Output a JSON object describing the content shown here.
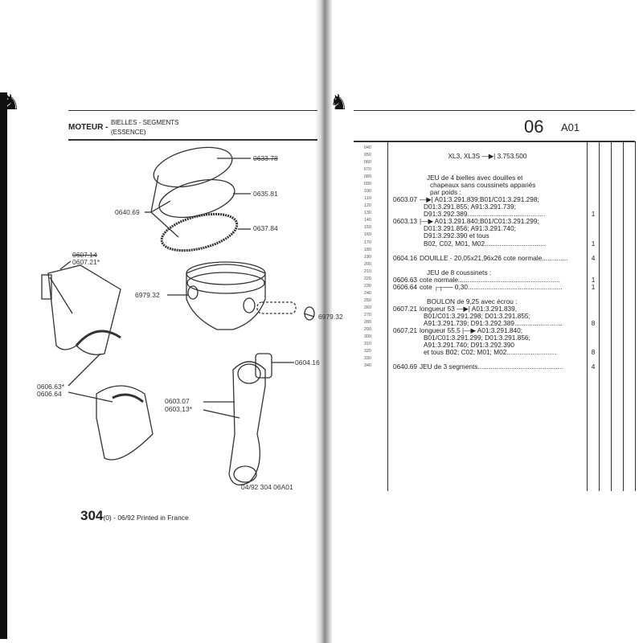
{
  "left_page": {
    "header": {
      "section": "MOTEUR -",
      "subtitle_line1": "BIELLES - SEGMENTS",
      "subtitle_line2": "(ESSENCE)"
    },
    "callouts": {
      "ring_top": "0633.78",
      "ring_middle": "0635.81",
      "ring_bottom": "0637.84",
      "ring_set": "0640.69",
      "bolt_old": "0607.14",
      "bolt_new": "0607.21*",
      "circlip_left": "6979.32",
      "circlip_right": "6979.32",
      "bushing": "0604.16",
      "bearing_1": "0606.63*",
      "bearing_2": "0606.64",
      "rod_1": "0603.07",
      "rod_2": "0603,13*"
    },
    "figure_ref": "04/92  304  06A01",
    "footer": {
      "page": "304",
      "suffix": "(0) - 06/92 Printed in France"
    }
  },
  "right_page": {
    "header": {
      "group": "06",
      "code": "A01"
    },
    "rows": [
      {
        "n": "040",
        "ref": "",
        "text": "",
        "qty": ""
      },
      {
        "n": "050",
        "ref": "",
        "text": "XL3, XL3S  —▶| 3.753.500",
        "qty": "",
        "center": true
      },
      {
        "n": "060",
        "ref": "",
        "text": "",
        "qty": ""
      },
      {
        "n": "070",
        "ref": "",
        "text": "",
        "qty": ""
      },
      {
        "n": "080",
        "ref": "",
        "text": "JEU de 4 bielles avec douilles et",
        "qty": "",
        "indent": 2
      },
      {
        "n": "090",
        "ref": "",
        "text": "chapeaux sans coussinets appariés",
        "qty": "",
        "indent": 3
      },
      {
        "n": "100",
        "ref": "",
        "text": "par poids :",
        "qty": "",
        "indent": 3
      },
      {
        "n": "110",
        "ref": "0603.07",
        "text": "—▶| A01:3.291.839;B01/C01:3.291.298;",
        "qty": ""
      },
      {
        "n": "120",
        "ref": "",
        "text": "D01:3.291.855; A91:3.291.739;",
        "qty": "",
        "indent": 1
      },
      {
        "n": "130",
        "ref": "",
        "text": "D91:3.292.389..........................................",
        "qty": "1",
        "indent": 1
      },
      {
        "n": "140",
        "ref": "0603.13",
        "text": "|—▶ A01:3.291.840;B01/C01:3.291.299;",
        "qty": ""
      },
      {
        "n": "150",
        "ref": "",
        "text": "D01:3.291.856; A91:3.291.740;",
        "qty": "",
        "indent": 1
      },
      {
        "n": "160",
        "ref": "",
        "text": "D91:3.292.390 et tous",
        "qty": "",
        "indent": 1
      },
      {
        "n": "170",
        "ref": "",
        "text": "B02, C02, M01, M02.................................",
        "qty": "1",
        "indent": 1
      },
      {
        "n": "180",
        "ref": "",
        "text": "",
        "qty": ""
      },
      {
        "n": "190",
        "ref": "0604.16",
        "text": "DOUILLE - 20,05x21,96x26 cote normale..............",
        "qty": "4"
      },
      {
        "n": "200",
        "ref": "",
        "text": "",
        "qty": ""
      },
      {
        "n": "210",
        "ref": "",
        "text": "JEU de 8 coussinets :",
        "qty": "",
        "indent": 2
      },
      {
        "n": "220",
        "ref": "0606.63",
        "text": "cote normale.......................................................",
        "qty": "1"
      },
      {
        "n": "230",
        "ref": "0606.64",
        "text": "cote ┌┬── 0,30...................................................",
        "qty": "1"
      },
      {
        "n": "240",
        "ref": "",
        "text": "",
        "qty": ""
      },
      {
        "n": "250",
        "ref": "",
        "text": "BOULON de 9,25 avec écrou :",
        "qty": "",
        "indent": 2
      },
      {
        "n": "260",
        "ref": "0607.21",
        "text": "longueur 53 —▶| A01:3.291.839,",
        "qty": ""
      },
      {
        "n": "270",
        "ref": "",
        "text": "B01/C01:3.291.298; D01:3.291.855;",
        "qty": "",
        "indent": 1
      },
      {
        "n": "280",
        "ref": "",
        "text": "A91:3.291.739; D91:3.292.389..........................",
        "qty": "8",
        "indent": 1
      },
      {
        "n": "290",
        "ref": "0607.21",
        "text": "longueur 55,5 |—▶ A01:3.291.840;",
        "qty": ""
      },
      {
        "n": "300",
        "ref": "",
        "text": "B01/C01:3.291.299; D01:3.291.856;",
        "qty": "",
        "indent": 1
      },
      {
        "n": "310",
        "ref": "",
        "text": "A91:3.291.740; D91:3.292.390",
        "qty": "",
        "indent": 1
      },
      {
        "n": "320",
        "ref": "",
        "text": "et tous B02; C02; M01; M02...........................",
        "qty": "8",
        "indent": 1
      },
      {
        "n": "330",
        "ref": "",
        "text": "",
        "qty": ""
      },
      {
        "n": "340",
        "ref": "0640.69",
        "text": "JEU de 3 segments..............................................",
        "qty": "4"
      }
    ]
  }
}
